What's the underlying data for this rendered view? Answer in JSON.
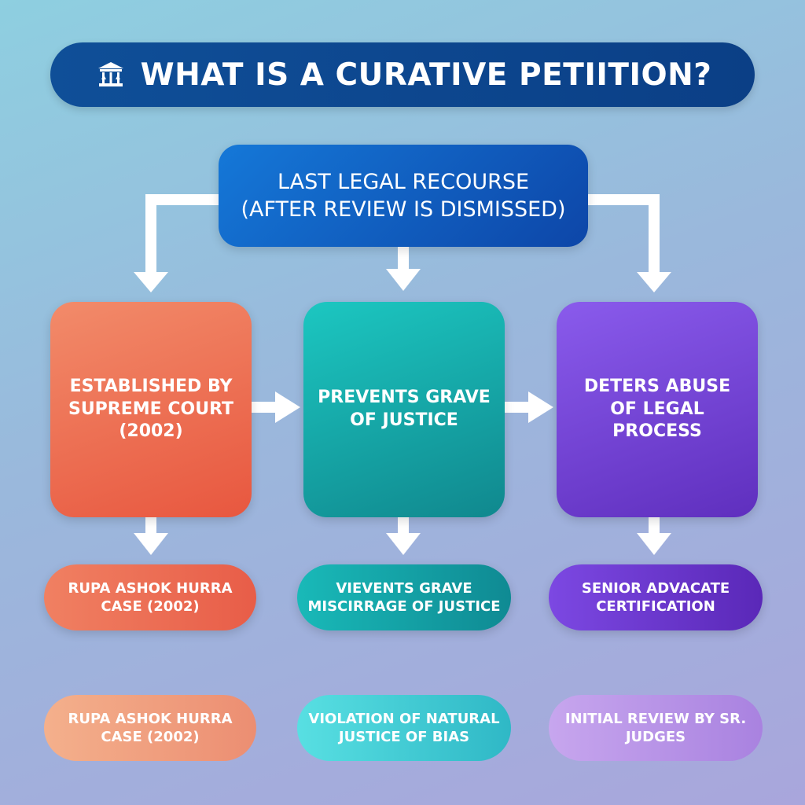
{
  "title": "WHAT IS A CURATIVE PETIITION?",
  "title_icon": "courthouse-scales-icon",
  "top_box": {
    "line1": "LAST LEGAL RECOURSE",
    "line2": "(AFTER REVIEW IS DISMISSED)"
  },
  "middle_boxes": [
    {
      "text": "ESTABLISHED BY SUPREME COURT (2002)",
      "color": "#e8573f"
    },
    {
      "text": "PREVENTS GRAVE OF JUSTICE",
      "color": "#10888e"
    },
    {
      "text": "DETERS ABUSE OF LEGAL PROCESS",
      "color": "#5f2fbe"
    }
  ],
  "row1_pills": [
    {
      "text": "RUPA ASHOK HURRA CASE (2002)"
    },
    {
      "text": "VIEVENTS GRAVE MISCIRRAGE OF JUSTICE"
    },
    {
      "text": "SENIOR ADVACATE CERTIFICATION"
    }
  ],
  "row2_pills": [
    {
      "text": "RUPA ASHOK HURRA CASE (2002)"
    },
    {
      "text": "VIOLATION OF NATURAL JUSTICE OF BIAS"
    },
    {
      "text": "INITIAL REVIEW BY SR. JUDGES"
    }
  ],
  "colors": {
    "title_bg": "#0f4f98",
    "top_box": "#1578d8",
    "arrow": "#ffffff"
  }
}
